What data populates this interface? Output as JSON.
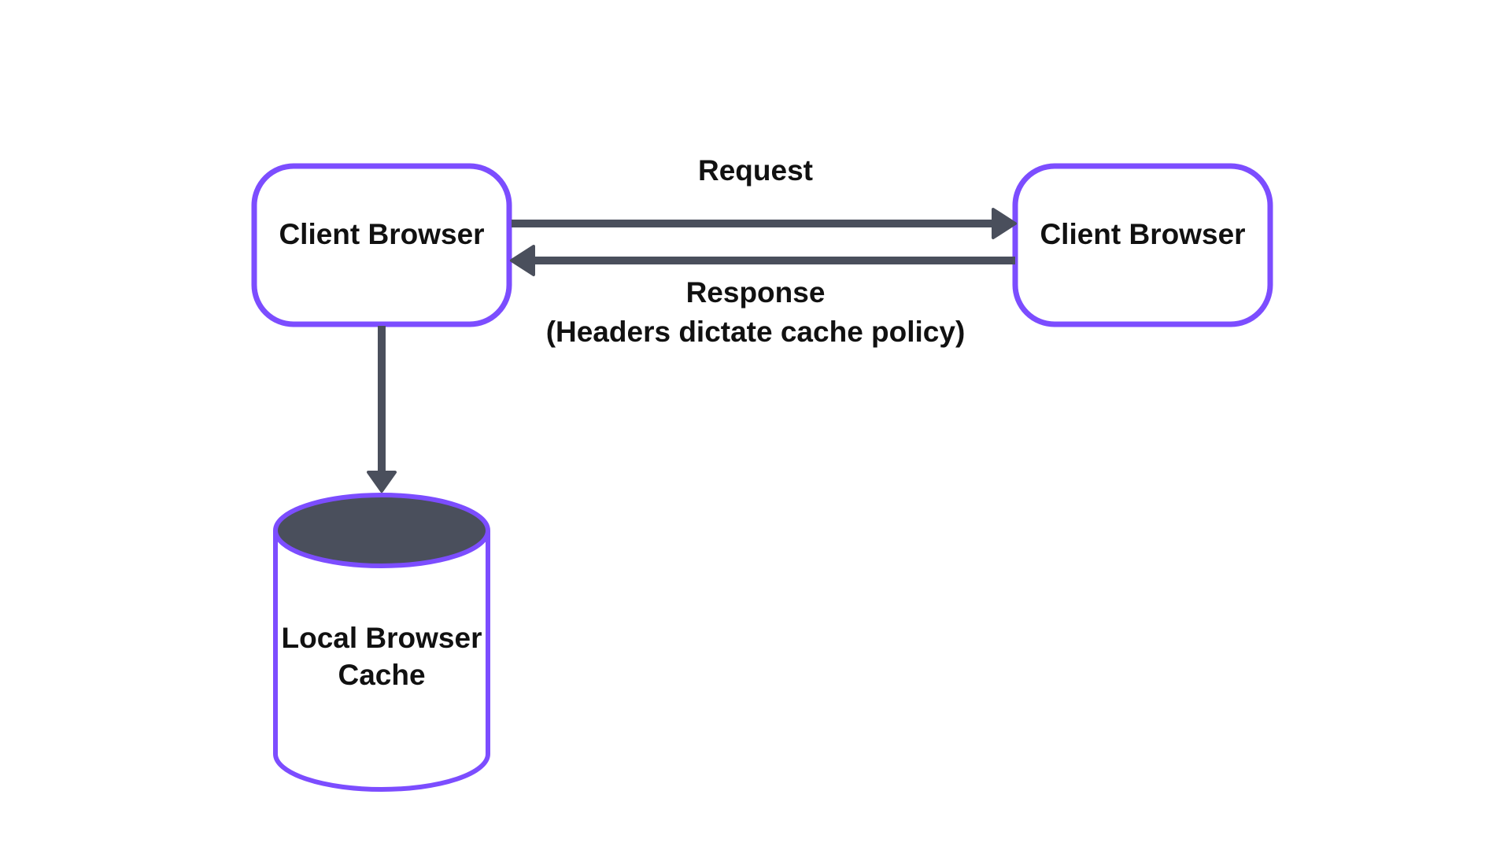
{
  "nodes": {
    "client_left": {
      "label": "Client Browser"
    },
    "client_right": {
      "label": "Client Browser"
    },
    "cache": {
      "label_line1": "Local Browser",
      "label_line2": "Cache"
    }
  },
  "edges": {
    "request": {
      "label": "Request"
    },
    "response": {
      "label_line1": "Response",
      "label_line2": "(Headers dictate cache policy)"
    }
  },
  "colors": {
    "node_border": "#7c4dff",
    "arrow": "#4a4f5c",
    "cylinder_top": "#4a4f5c",
    "text": "#111111",
    "background": "#ffffff"
  }
}
